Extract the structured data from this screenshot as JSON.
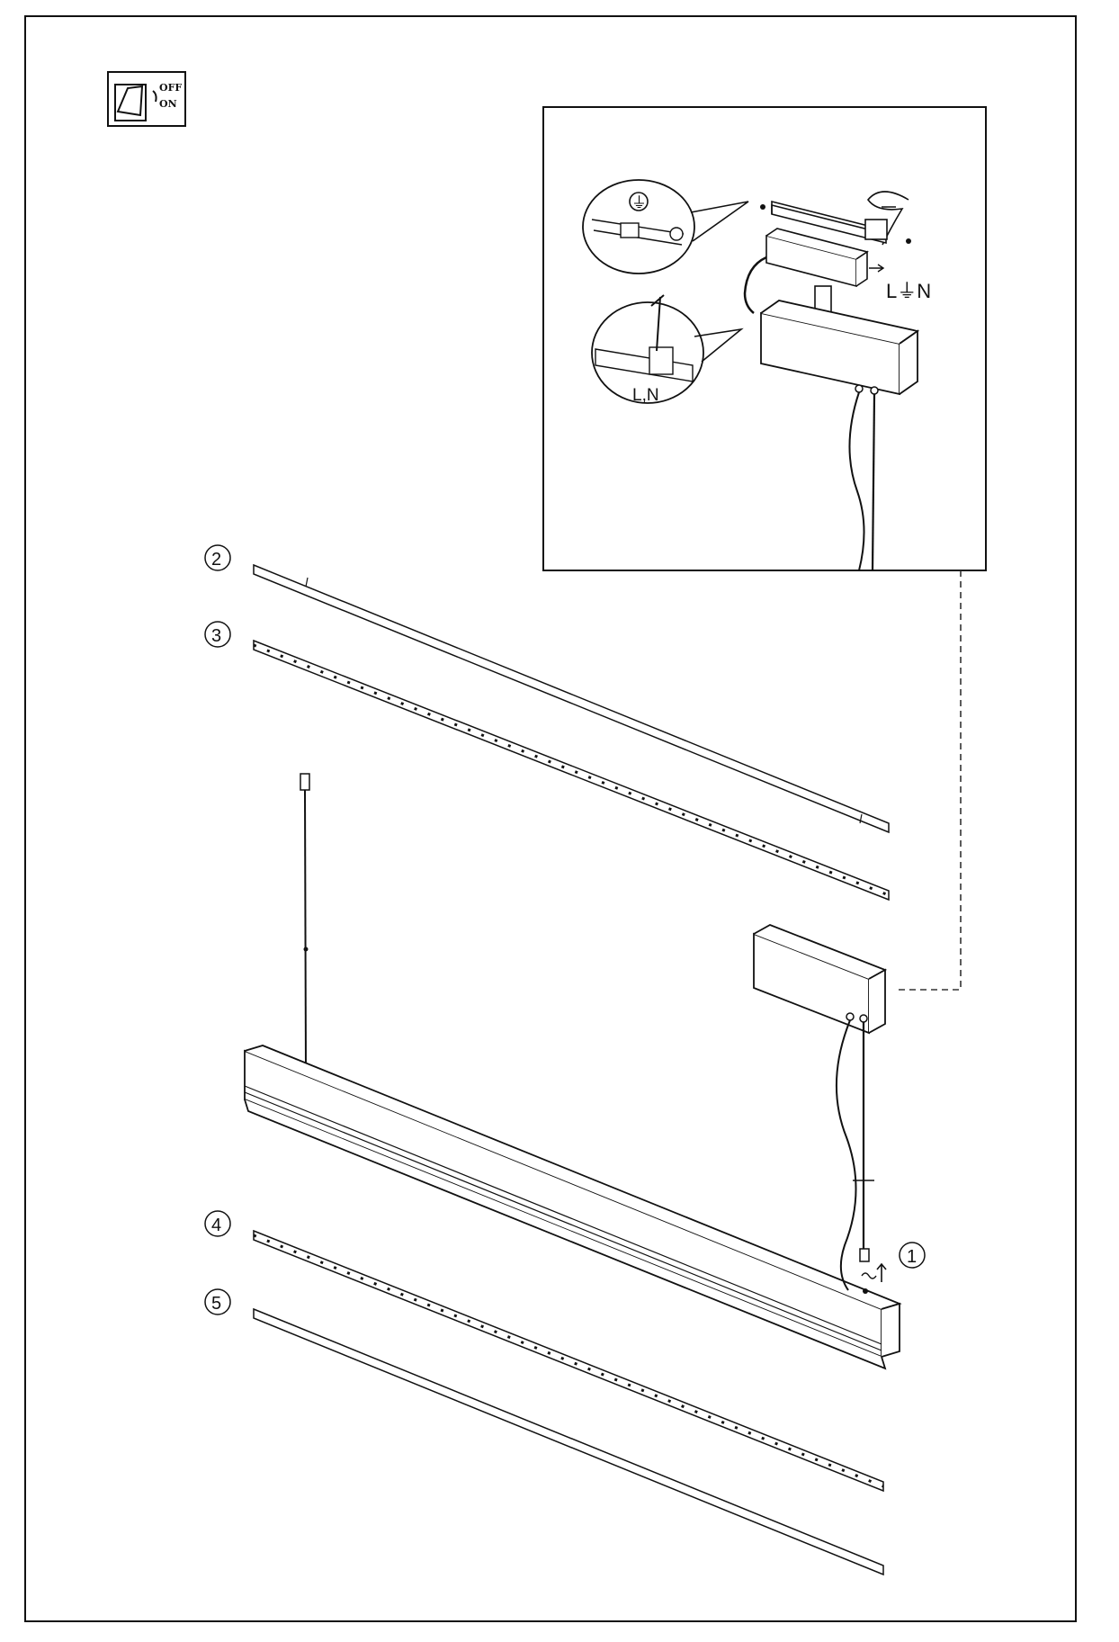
{
  "switch": {
    "off_label": "OFF",
    "on_label": "ON",
    "icon": "wall-switch-icon"
  },
  "detail": {
    "ground_symbol": "⏚",
    "terminal_label": "L⏚N",
    "wire_label": "L,N"
  },
  "callouts": [
    "①",
    "②",
    "③",
    "④",
    "⑤"
  ],
  "colors": {
    "line": "#111111",
    "paper": "#ffffff",
    "dash": "#333333"
  }
}
